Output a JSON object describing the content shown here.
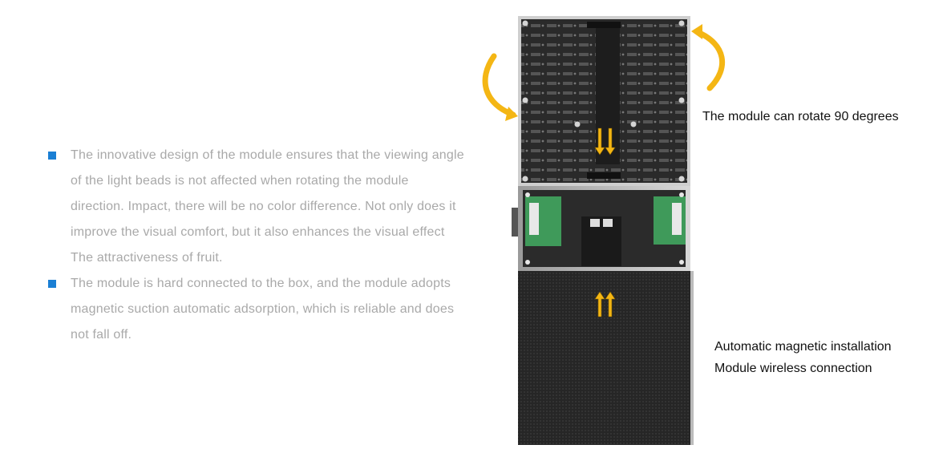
{
  "bullets": [
    {
      "text": "The innovative design of the module ensures that the viewing angle of the light beads is not affected when rotating the module direction. Impact, there will be no color difference. Not only does it improve the visual comfort, but it also enhances the visual effect  The attractiveness of fruit."
    },
    {
      "text": "The module is hard connected to the box, and the module adopts magnetic suction automatic adsorption, which is reliable and does not fall off."
    }
  ],
  "captions": {
    "rotate": "The module can rotate 90 degrees",
    "install_line1": "Automatic magnetic installation",
    "install_line2": "Module wireless connection"
  },
  "colors": {
    "bullet_marker": "#1a7fd4",
    "bullet_text": "#a9a9a9",
    "arrow": "#f4b614"
  }
}
